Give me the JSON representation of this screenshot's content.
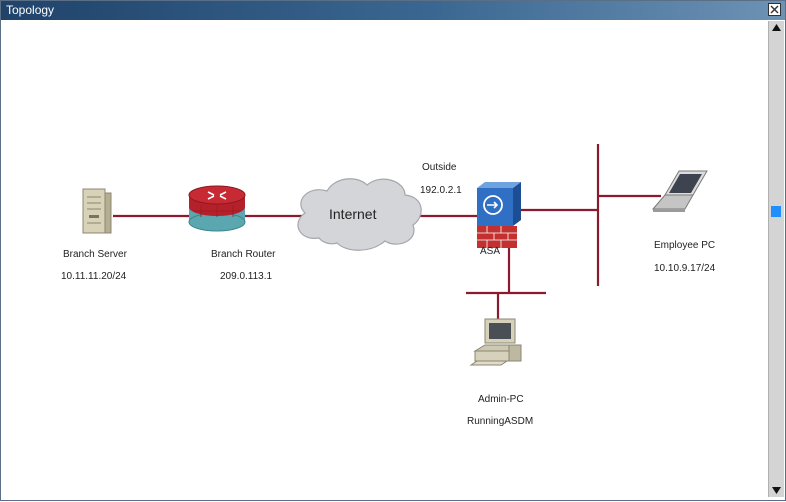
{
  "window": {
    "title": "Topology"
  },
  "topology": {
    "branch_server": {
      "name": "Branch Server",
      "ip": "10.11.11.20/24"
    },
    "branch_router": {
      "name": "Branch Router",
      "ip": "209.0.113.1"
    },
    "internet": {
      "name": "Internet"
    },
    "asa": {
      "name": "ASA",
      "outside_label": "Outside",
      "outside_ip": "192.0.2.1"
    },
    "employee_pc": {
      "name": "Employee PC",
      "ip": "10.10.9.17/24"
    },
    "admin_pc": {
      "name": "Admin-PC",
      "note": "RunningASDM"
    }
  },
  "colors": {
    "link": "#8b1a2e",
    "titlebar": "#2d5580",
    "scroll_thumb": "#1f8fff"
  },
  "icons": {
    "close": "close-icon",
    "scroll_up": "arrow-up-icon",
    "scroll_down": "arrow-down-icon"
  }
}
